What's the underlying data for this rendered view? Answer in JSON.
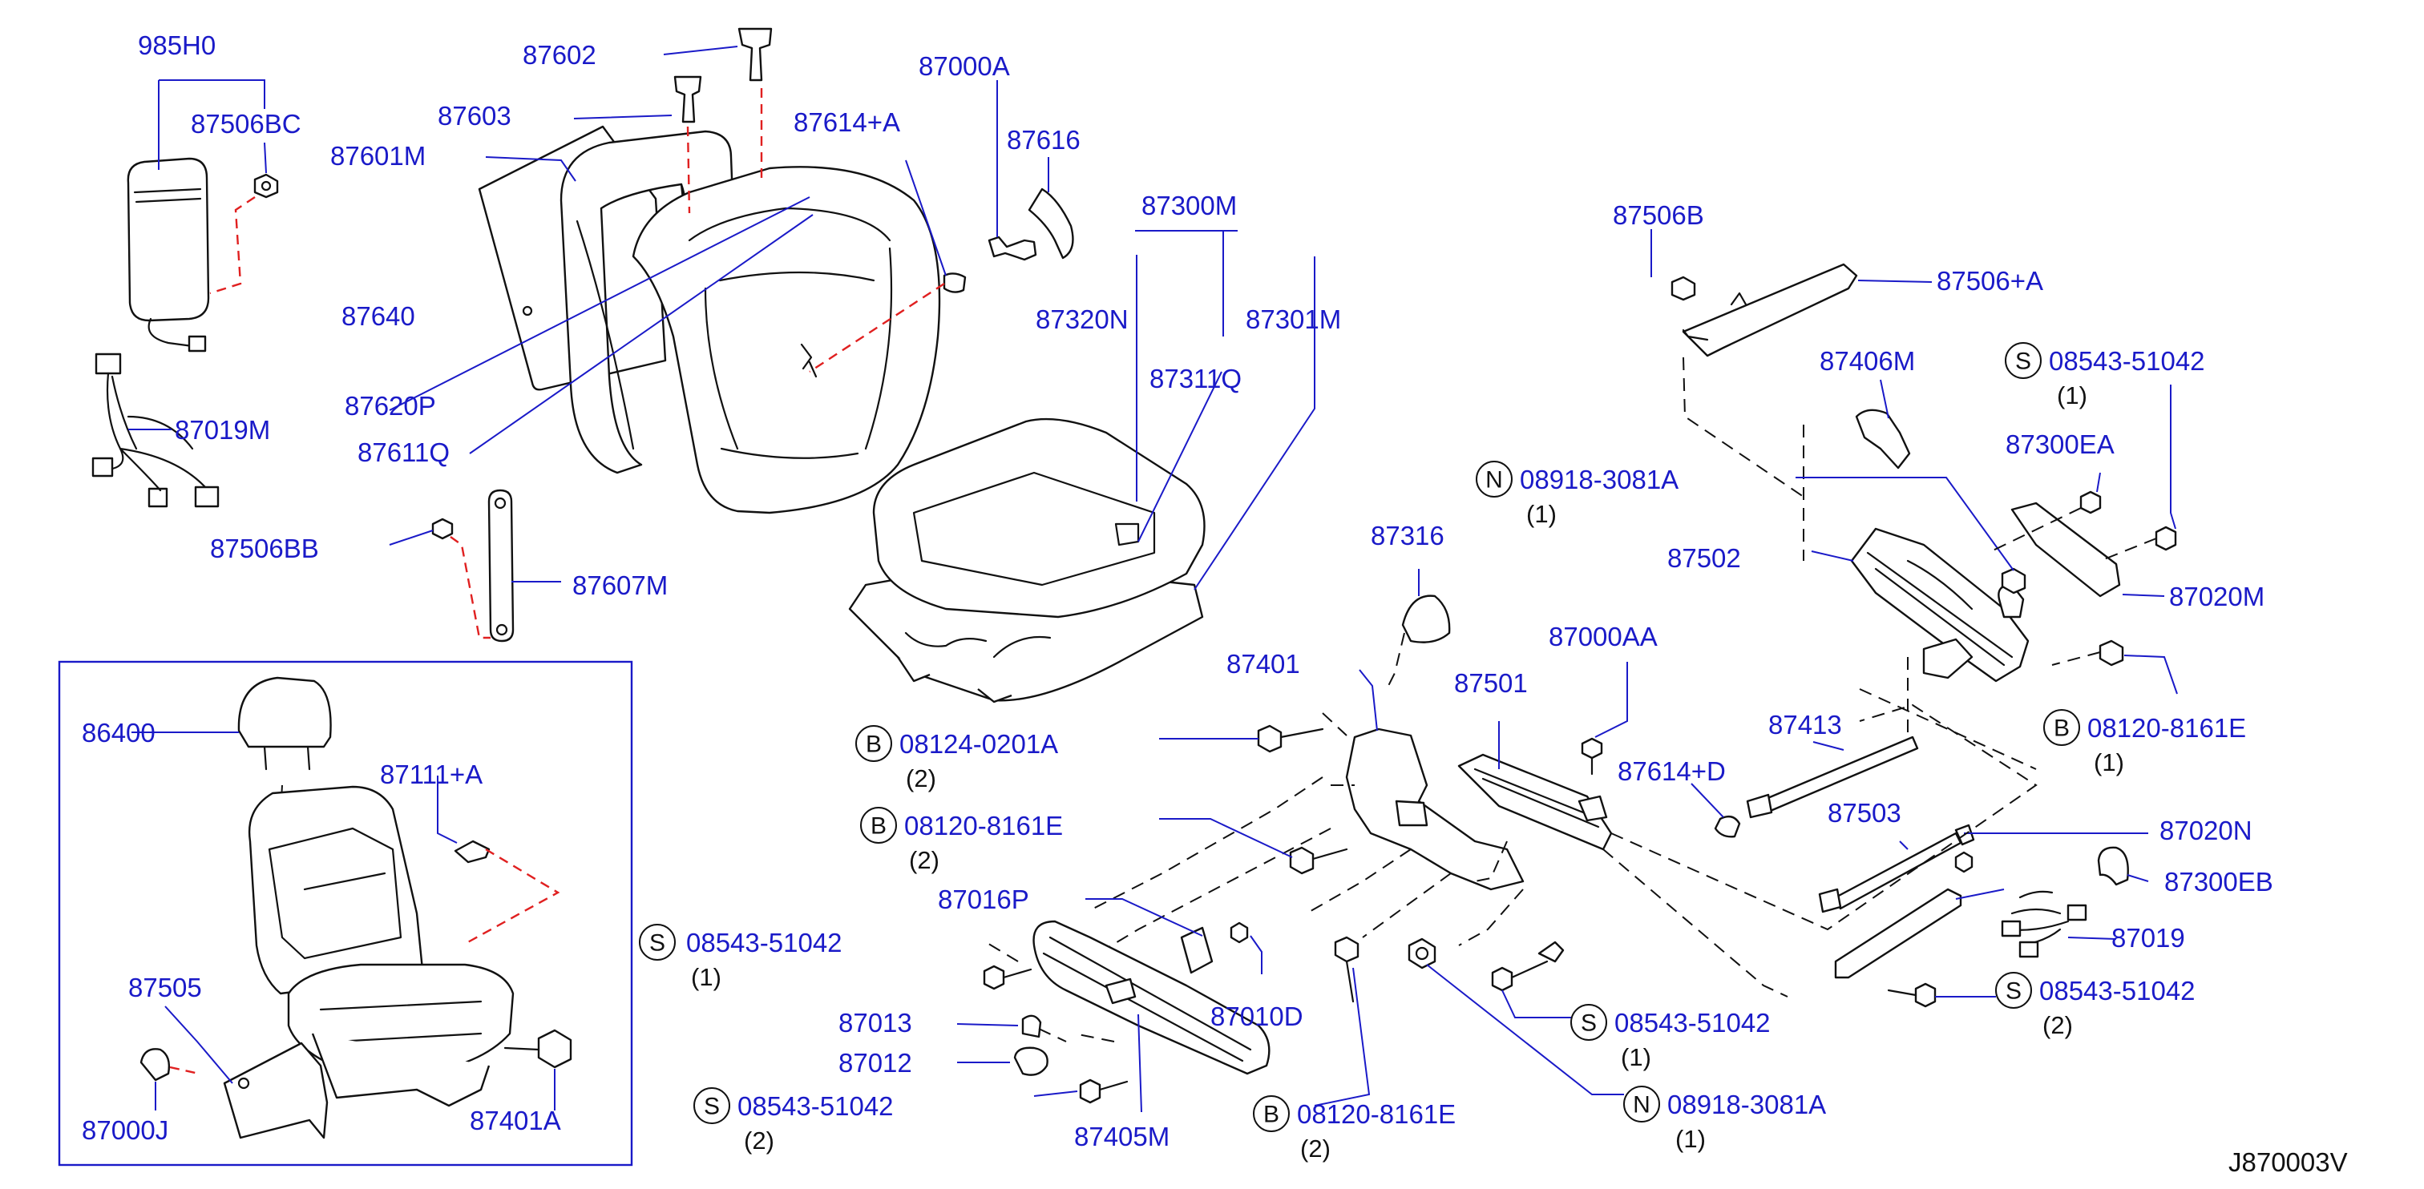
{
  "diagram_id": "J870003V",
  "labels": {
    "p985H0": "985H0",
    "p87506BC": "87506BC",
    "p87602": "87602",
    "p87603": "87603",
    "p87601M": "87601M",
    "p87000A": "87000A",
    "p87614A": "87614+A",
    "p87616": "87616",
    "p87640": "87640",
    "p87620P": "87620P",
    "p87611Q": "87611Q",
    "p87019M": "87019M",
    "p87506BB": "87506BB",
    "p87607M": "87607M",
    "p87300M": "87300M",
    "p87320N": "87320N",
    "p87301M": "87301M",
    "p87311Q": "87311Q",
    "p87506B": "87506B",
    "p87506A": "87506+A",
    "p87406M": "87406M",
    "p87300EA": "87300EA",
    "p87502": "87502",
    "p87020M": "87020M",
    "p87316": "87316",
    "p87401": "87401",
    "p87000AA": "87000AA",
    "p87501": "87501",
    "p87413": "87413",
    "p87614D": "87614+D",
    "p87503": "87503",
    "p87020N": "87020N",
    "p87300EB": "87300EB",
    "p87019": "87019",
    "p87016P": "87016P",
    "p87010D": "87010D",
    "p87013": "87013",
    "p87012": "87012",
    "p87405M": "87405M",
    "p86400": "86400",
    "p87111A": "87111+A",
    "p87505": "87505",
    "p87000J": "87000J",
    "p87401A": "87401A"
  },
  "fasteners": [
    {
      "letter": "S",
      "code": "08543-51042",
      "qty": "(1)"
    },
    {
      "letter": "N",
      "code": "08918-3081A",
      "qty": "(1)"
    },
    {
      "letter": "B",
      "code": "08124-0201A",
      "qty": "(2)"
    },
    {
      "letter": "B",
      "code": "08120-8161E",
      "qty": "(2)"
    },
    {
      "letter": "B",
      "code": "08120-8161E",
      "qty": "(1)"
    },
    {
      "letter": "S",
      "code": "08543-51042",
      "qty": "(1)"
    },
    {
      "letter": "S",
      "code": "08543-51042",
      "qty": "(1)"
    },
    {
      "letter": "S",
      "code": "08543-51042",
      "qty": "(2)"
    },
    {
      "letter": "B",
      "code": "08120-8161E",
      "qty": "(2)"
    },
    {
      "letter": "N",
      "code": "08918-3081A",
      "qty": "(1)"
    },
    {
      "letter": "S",
      "code": "08543-51042",
      "qty": "(2)"
    }
  ],
  "colors": {
    "label_blue": "#1a1ac8",
    "line_black": "#111111",
    "phantom_red": "#e02020",
    "background": "#ffffff"
  }
}
